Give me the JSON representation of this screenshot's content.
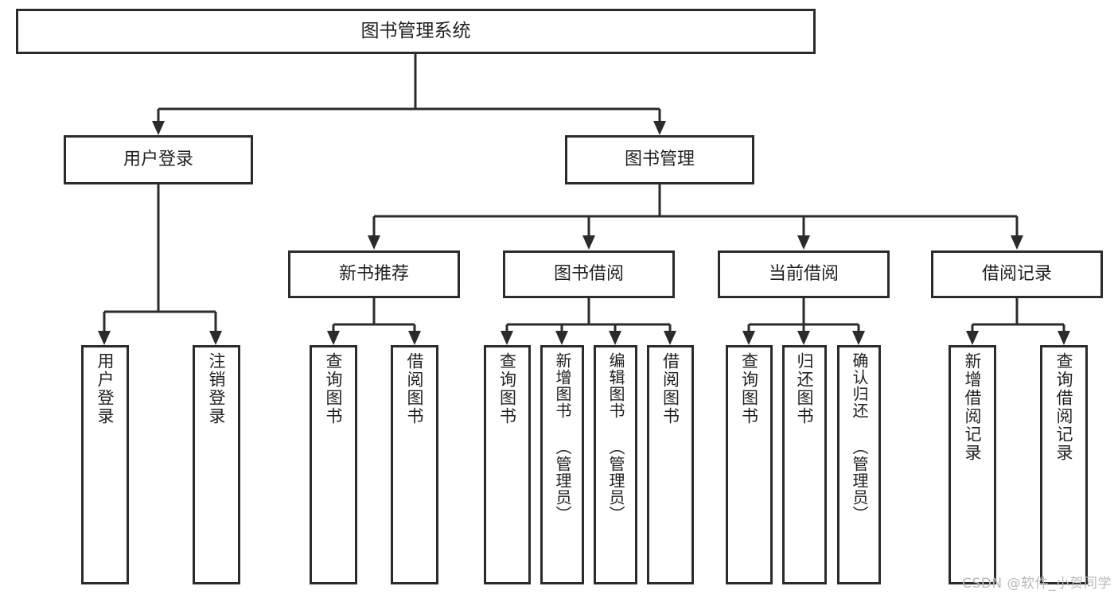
{
  "diagram": {
    "title": "图书管理系统",
    "type": "hierarchy-tree",
    "root": {
      "label": "图书管理系统"
    },
    "level2": [
      {
        "label": "用户登录"
      },
      {
        "label": "图书管理"
      }
    ],
    "level3": [
      {
        "label": "新书推荐"
      },
      {
        "label": "图书借阅"
      },
      {
        "label": "当前借阅"
      },
      {
        "label": "借阅记录"
      }
    ],
    "leaves": {
      "user_login": [
        {
          "label": "用户登录"
        },
        {
          "label": "注销登录"
        }
      ],
      "new_book_recommend": [
        {
          "label": "查询图书"
        },
        {
          "label": "借阅图书"
        }
      ],
      "book_borrow": [
        {
          "label": "查询图书"
        },
        {
          "label": "新增图书 （管理员）"
        },
        {
          "label": "编辑图书 （管理员）"
        },
        {
          "label": "借阅图书"
        }
      ],
      "current_borrow": [
        {
          "label": "查询图书"
        },
        {
          "label": "归还图书"
        },
        {
          "label": "确认归还 （管理员）"
        }
      ],
      "borrow_record": [
        {
          "label": "新增借阅记录"
        },
        {
          "label": "查询借阅记录"
        }
      ]
    }
  },
  "watermark": {
    "text": "CSDN @软件_小贺同学"
  },
  "colors": {
    "stroke": "#2b2b2b",
    "text": "#231f20",
    "background": "#ffffff",
    "watermark": "#b9b9b9"
  }
}
